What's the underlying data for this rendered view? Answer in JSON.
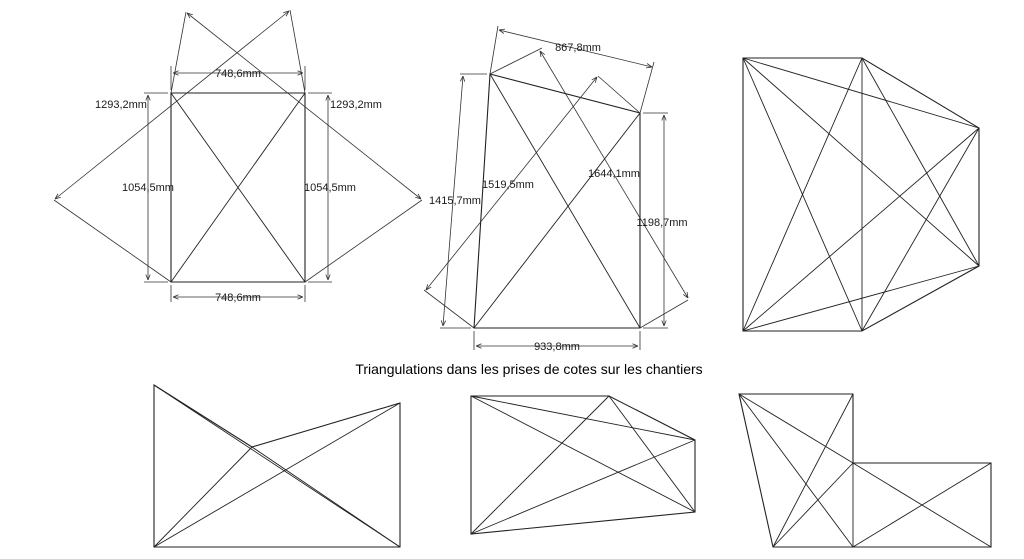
{
  "title": "Triangulations dans les prises de cotes sur les chantiers",
  "colors": {
    "wood_base": "#e6be82",
    "wood_light": "#f2dcae",
    "wood_dark": "#c99a5b",
    "line": "#222222"
  },
  "panel1": {
    "width_top": "748,6mm",
    "width_bottom": "748,6mm",
    "height_left": "1054,5mm",
    "height_right": "1054,5mm",
    "diag_left": "1293,2mm",
    "diag_right": "1293,2mm"
  },
  "panel2": {
    "top_edge": "867,8mm",
    "left_height": "1415,7mm",
    "diag_a": "1519,5mm",
    "diag_b": "1644,1mm",
    "right_height": "1198,7mm",
    "bottom_width": "933,8mm"
  }
}
